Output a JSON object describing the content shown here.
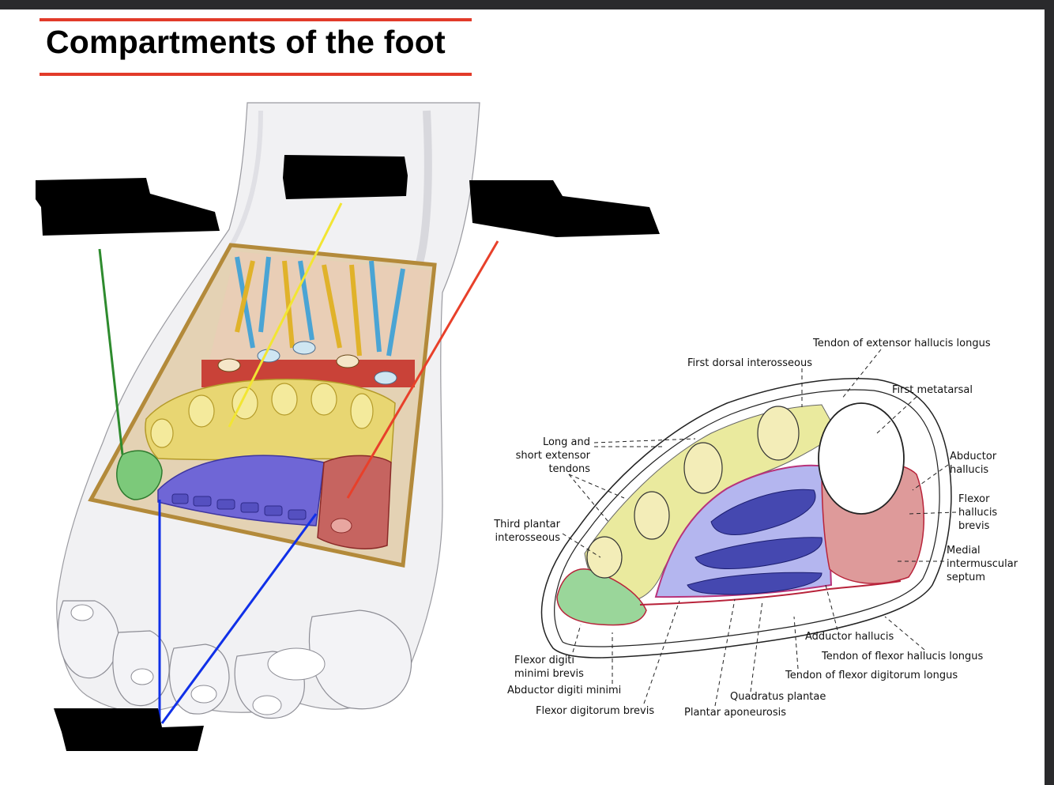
{
  "title": "Compartments of the foot",
  "colors": {
    "title_rule": "#e23b2a",
    "interosseous": "#e8e08c",
    "central": "#8f8fe6",
    "medial": "#d98a8a",
    "lateral": "#8ed28e",
    "line_green": "#2e8b2e",
    "line_yellow": "#f2e533",
    "line_red": "#e8402a",
    "line_blue": "#1030e8"
  },
  "labels": {
    "tendon_extensor_hallucis_longus": "Tendon of extensor hallucis longus",
    "first_dorsal_interosseous": "First dorsal interosseous",
    "first_metatarsal": "First metatarsal",
    "long_short_extensor_1": "Long and",
    "long_short_extensor_2": "short extensor",
    "long_short_extensor_3": "tendons",
    "abductor_hallucis_1": "Abductor",
    "abductor_hallucis_2": "hallucis",
    "flexor_hallucis_brevis_1": "Flexor",
    "flexor_hallucis_brevis_2": "hallucis",
    "flexor_hallucis_brevis_3": "brevis",
    "third_plantar_1": "Third plantar",
    "third_plantar_2": "interosseous",
    "medial_septum_1": "Medial",
    "medial_septum_2": "intermuscular",
    "medial_septum_3": "septum",
    "adductor_hallucis": "Adductor hallucis",
    "tendon_flexor_hallucis_longus": "Tendon of flexor hallucis longus",
    "tendon_flexor_digitorum_longus": "Tendon of flexor digitorum longus",
    "flexor_digiti_minimi_1": "Flexor digiti",
    "flexor_digiti_minimi_2": "minimi brevis",
    "abductor_digiti_minimi": "Abductor digiti minimi",
    "quadratus_plantae": "Quadratus plantae",
    "flexor_digitorum_brevis": "Flexor digitorum brevis",
    "plantar_aponeurosis": "Plantar aponeurosis"
  }
}
